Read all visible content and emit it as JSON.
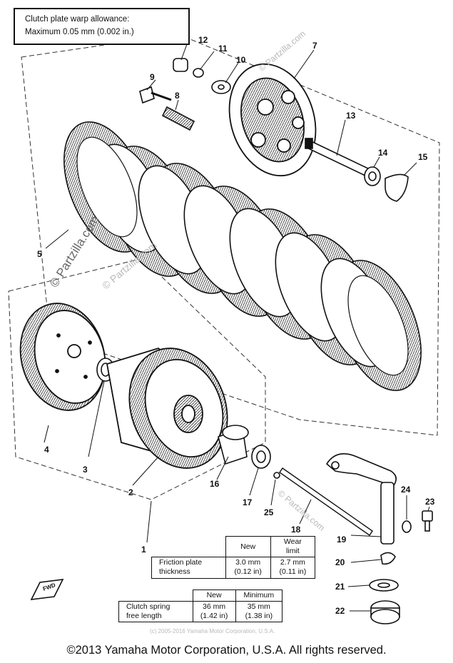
{
  "note": {
    "line1": "Clutch plate warp allowance:",
    "line2": "Maximum 0.05 mm (0.002 in.)"
  },
  "callouts": {
    "c1": "1",
    "c2": "2",
    "c3": "3",
    "c4": "4",
    "c5": "5",
    "c7": "7",
    "c8": "8",
    "c9": "9",
    "c10": "10",
    "c11": "11",
    "c12": "12",
    "c13": "13",
    "c14": "14",
    "c15": "15",
    "c16": "16",
    "c17": "17",
    "c18": "18",
    "c19": "19",
    "c20": "20",
    "c21": "21",
    "c22": "22",
    "c23": "23",
    "c24": "24",
    "c25": "25"
  },
  "friction_table": {
    "header_new": "New",
    "header_limit_line1": "Wear",
    "header_limit_line2": "limit",
    "label_line1": "Friction plate",
    "label_line2": "thickness",
    "new_line1": "3.0 mm",
    "new_line2": "(0.12 in)",
    "limit_line1": "2.7   mm",
    "limit_line2": "(0.11   in)"
  },
  "spring_table": {
    "header_new": "New",
    "header_min": "Minimum",
    "label_line1": "Clutch spring",
    "label_line2": "free length",
    "new_line1": "36 mm",
    "new_line2": "(1.42 in)",
    "min_line1": "35 mm",
    "min_line2": "(1.38 in)"
  },
  "fwd_label": "FWD",
  "watermarks": {
    "partzilla": "© Partzilla.com",
    "footer_small": "(c) 2005-2016 Yamaha Motor Corporation, U.S.A."
  },
  "copyright": "©2013 Yamaha Motor Corporation, U.S.A. All rights reserved."
}
